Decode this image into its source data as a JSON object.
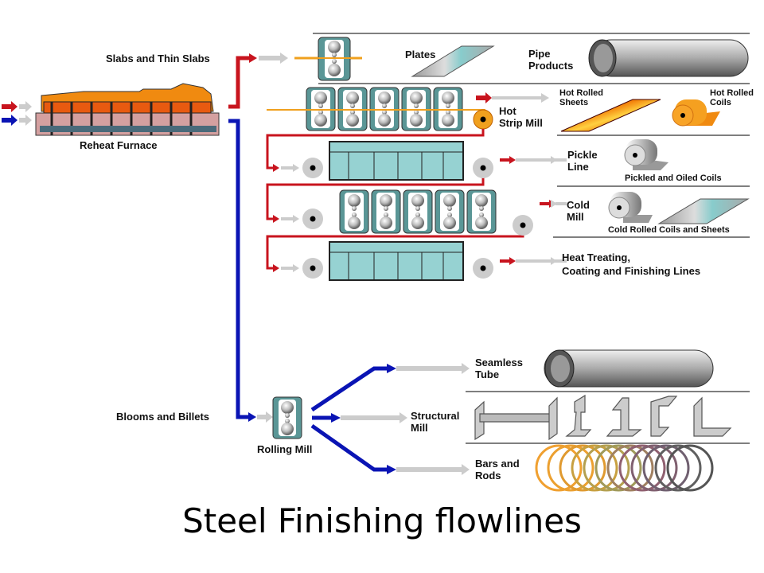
{
  "title": "Steel Finishing flowlines",
  "labels": {
    "slabs": "Slabs and Thin Slabs",
    "reheat_furnace": "Reheat Furnace",
    "plates": "Plates",
    "pipe_products_1": "Pipe",
    "pipe_products_2": "Products",
    "hot_rolled_sheets_1": "Hot Rolled",
    "hot_rolled_sheets_2": "Sheets",
    "hot_rolled_coils_1": "Hot Rolled",
    "hot_rolled_coils_2": "Coils",
    "hot_strip_mill_1": "Hot",
    "hot_strip_mill_2": "Strip Mill",
    "pickle_line_1": "Pickle",
    "pickle_line_2": "Line",
    "pickled_oiled_coils": "Pickled and Oiled Coils",
    "cold_mill_1": "Cold",
    "cold_mill_2": "Mill",
    "cold_rolled": "Cold Rolled Coils and Sheets",
    "heat_treating_1": "Heat Treating,",
    "heat_treating_2": "Coating and Finishing Lines",
    "blooms": "Blooms and Billets",
    "rolling_mill": "Rolling Mill",
    "seamless_tube_1": "Seamless",
    "seamless_tube_2": "Tube",
    "structural_mill_1": "Structural",
    "structural_mill_2": "Mill",
    "bars_rods_1": "Bars and",
    "bars_rods_2": "Rods"
  },
  "colors": {
    "slab_path": "#c8141e",
    "billet_path": "#0a14b4",
    "connector": "#c8c8c8",
    "stand": "#5a9696",
    "tank": "#96d2d2",
    "strip": "#f0a01e"
  }
}
